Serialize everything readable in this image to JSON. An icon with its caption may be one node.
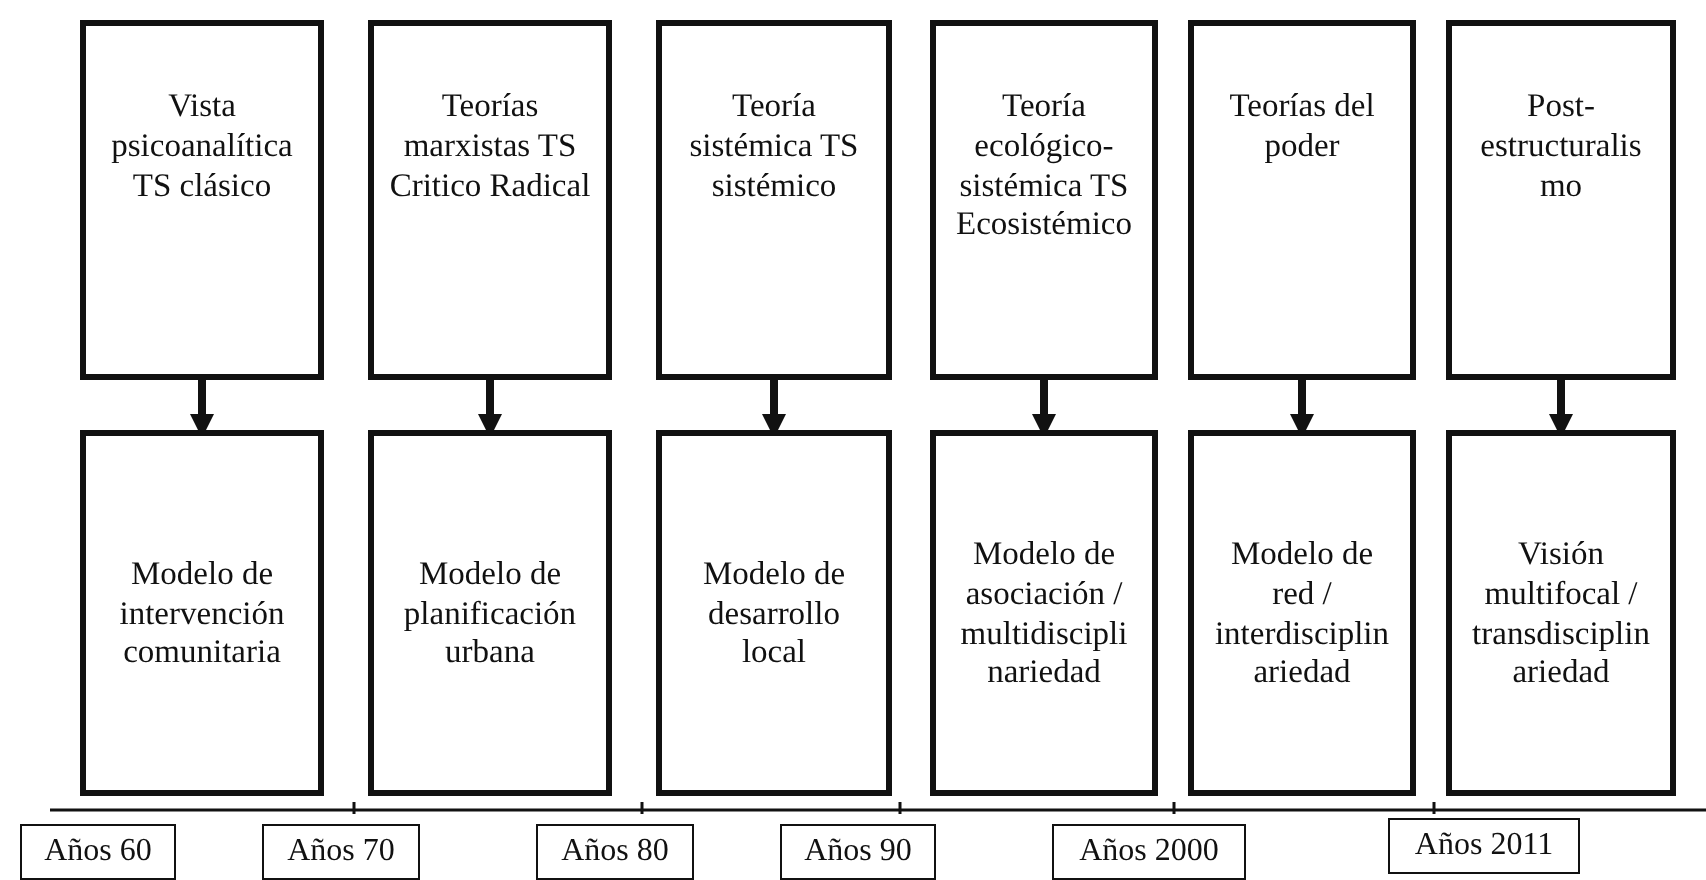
{
  "diagram": {
    "nodes": [
      {
        "text": [
          "Vista psicoanalítica TS clásico"
        ]
      },
      {
        "text": [
          "Teorías marxistas TS Critico Radical"
        ]
      },
      {
        "text": [
          "Teoría sistémica TS sistémico"
        ]
      },
      {
        "text": [
          "Teoría ecológico- sistémica TS Ecosistémico"
        ]
      },
      {
        "text": [
          "Teorías del poder"
        ]
      },
      {
        "text": [
          "Post- estructuralis mo"
        ]
      },
      {
        "text": [
          "Modelo de intervención comunitaria"
        ]
      },
      {
        "text": [
          "Modelo de planificación urbana"
        ]
      },
      {
        "text": [
          "Modelo de desarrollo local"
        ]
      },
      {
        "text": [
          "Modelo de asociación / multidiscipli nariedad"
        ]
      },
      {
        "text": [
          "Modelo de red / interdisciplin ariedad"
        ]
      },
      {
        "text": [
          "Visión multifocal / transdisciplin ariedad"
        ]
      },
      {
        "text": [
          "Años 60"
        ]
      },
      {
        "text": [
          "Años 70"
        ]
      },
      {
        "text": [
          "Años 80"
        ]
      },
      {
        "text": [
          "Años 90"
        ]
      },
      {
        "text": [
          "Años 2000"
        ]
      },
      {
        "text": [
          "Años 2011"
        ]
      }
    ],
    "edges": [
      {
        "from": 0,
        "to": 6,
        "arrow": "to"
      },
      {
        "from": 1,
        "to": 7,
        "arrow": "to"
      },
      {
        "from": 2,
        "to": 8,
        "arrow": "to"
      },
      {
        "from": 3,
        "to": 9,
        "arrow": "to"
      },
      {
        "from": 4,
        "to": 10,
        "arrow": "to"
      },
      {
        "from": 5,
        "to": 11,
        "arrow": "to"
      }
    ]
  }
}
